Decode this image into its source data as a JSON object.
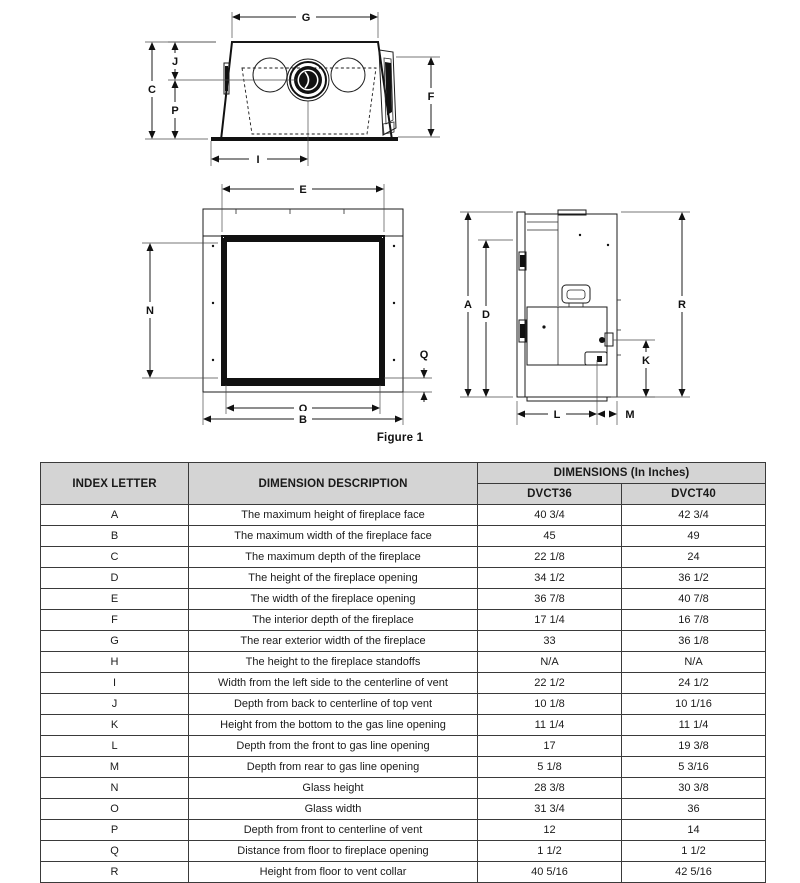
{
  "figure": {
    "caption": "Figure 1",
    "views": {
      "top": {
        "name": "top-view",
        "dimension_labels": [
          "G",
          "J",
          "C",
          "P",
          "F",
          "I"
        ]
      },
      "front": {
        "name": "front-view",
        "dimension_labels": [
          "E",
          "N",
          "O",
          "B",
          "Q"
        ]
      },
      "side": {
        "name": "side-view",
        "dimension_labels": [
          "A",
          "D",
          "R",
          "K",
          "L",
          "M"
        ]
      }
    }
  },
  "table": {
    "headers": {
      "index_letter": "INDEX LETTER",
      "dimension_description": "DIMENSION DESCRIPTION",
      "dimensions_group": "DIMENSIONS (In Inches)",
      "model_1": "DVCT36",
      "model_2": "DVCT40"
    },
    "rows": [
      {
        "letter": "A",
        "description": "The maximum height of fireplace face",
        "dvct36": "40 3/4",
        "dvct40": "42 3/4"
      },
      {
        "letter": "B",
        "description": "The maximum width of the fireplace face",
        "dvct36": "45",
        "dvct40": "49"
      },
      {
        "letter": "C",
        "description": "The maximum depth of the fireplace",
        "dvct36": "22 1/8",
        "dvct40": "24"
      },
      {
        "letter": "D",
        "description": "The height of the fireplace opening",
        "dvct36": "34 1/2",
        "dvct40": "36 1/2"
      },
      {
        "letter": "E",
        "description": "The width of the fireplace opening",
        "dvct36": "36 7/8",
        "dvct40": "40 7/8"
      },
      {
        "letter": "F",
        "description": "The interior depth of the fireplace",
        "dvct36": "17 1/4",
        "dvct40": "16 7/8"
      },
      {
        "letter": "G",
        "description": "The rear exterior width of the fireplace",
        "dvct36": "33",
        "dvct40": "36 1/8"
      },
      {
        "letter": "H",
        "description": "The height to the fireplace standoffs",
        "dvct36": "N/A",
        "dvct40": "N/A"
      },
      {
        "letter": "I",
        "description": "Width from the left side to the centerline of vent",
        "dvct36": "22 1/2",
        "dvct40": "24 1/2"
      },
      {
        "letter": "J",
        "description": "Depth from back to centerline of top vent",
        "dvct36": "10 1/8",
        "dvct40": "10 1/16"
      },
      {
        "letter": "K",
        "description": "Height from the bottom to the gas line opening",
        "dvct36": "11 1/4",
        "dvct40": "11 1/4"
      },
      {
        "letter": "L",
        "description": "Depth from the front to gas line opening",
        "dvct36": "17",
        "dvct40": "19 3/8"
      },
      {
        "letter": "M",
        "description": "Depth from rear to gas line opening",
        "dvct36": "5 1/8",
        "dvct40": "5 3/16"
      },
      {
        "letter": "N",
        "description": "Glass height",
        "dvct36": "28 3/8",
        "dvct40": "30 3/8"
      },
      {
        "letter": "O",
        "description": "Glass width",
        "dvct36": "31 3/4",
        "dvct40": "36"
      },
      {
        "letter": "P",
        "description": "Depth from front to centerline of vent",
        "dvct36": "12",
        "dvct40": "14"
      },
      {
        "letter": "Q",
        "description": "Distance from floor to fireplace opening",
        "dvct36": "1 1/2",
        "dvct40": "1 1/2"
      },
      {
        "letter": "R",
        "description": "Height from floor to vent collar",
        "dvct36": "40 5/16",
        "dvct40": "42 5/16"
      }
    ]
  },
  "colors": {
    "header_background": "#d4d4d4",
    "border": "#3a3a3a",
    "text": "#1a1a1a",
    "line": "#1b1b1b"
  }
}
